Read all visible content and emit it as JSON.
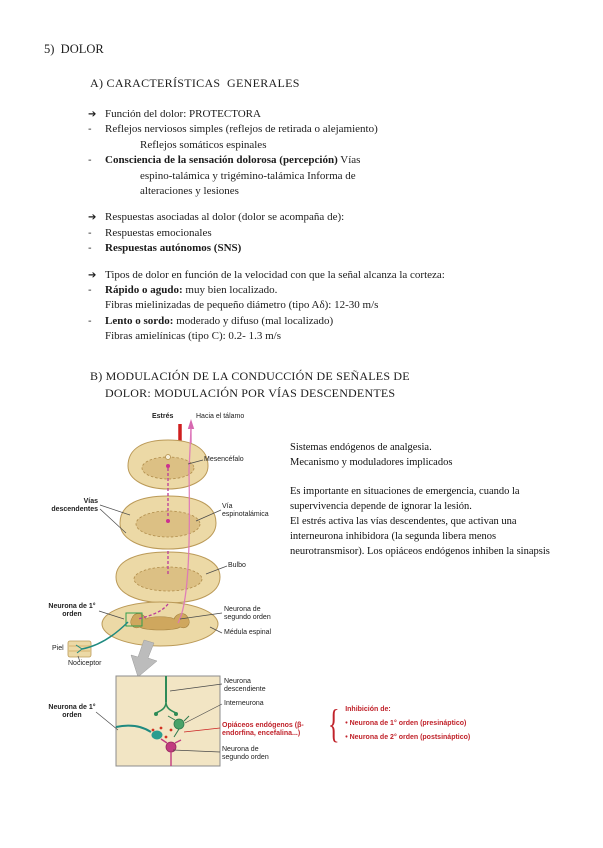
{
  "doc": {
    "title": "5)  DOLOR",
    "section_a": {
      "heading": "A) CARACTERÍSTICAS  GENERALES",
      "items": [
        {
          "bullet": "➔",
          "bold": "",
          "text": "Función del dolor: PROTECTORA"
        },
        {
          "bullet": "-",
          "bold": "",
          "text": "Reflejos nerviosos simples (reflejos de retirada o alejamiento)"
        },
        {
          "bullet": "",
          "bold": "",
          "text": "Reflejos somáticos espinales"
        },
        {
          "bullet": "-",
          "bold": "Consciencia de la sensación dolorosa (percepción)",
          "text": " Vías"
        },
        {
          "bullet": "",
          "bold": "",
          "text": "espino-talámica y trigémino-talámica Informa de"
        },
        {
          "bullet": "",
          "bold": "",
          "text": "alteraciones y lesiones"
        },
        {
          "bullet": "➔",
          "bold": "",
          "text": "Respuestas asociadas al dolor (dolor se acompaña de):"
        },
        {
          "bullet": "-",
          "bold": "",
          "text": "Respuestas emocionales"
        },
        {
          "bullet": "-",
          "bold": "Respuestas autónomos (SNS)",
          "text": ""
        },
        {
          "bullet": "➔",
          "bold": "",
          "text": "Tipos de dolor en función de la velocidad con que la señal alcanza la corteza:"
        },
        {
          "bullet": "-",
          "bold": "Rápido o agudo:",
          "text": " muy bien localizado."
        },
        {
          "bullet": "",
          "bold": "",
          "text": "Fibras mielinizadas de pequeño diámetro (tipo Aδ): 12-30 m/s"
        },
        {
          "bullet": "-",
          "bold": "Lento o sordo:",
          "text": " moderado y difuso (mal localizado)"
        },
        {
          "bullet": "",
          "bold": "",
          "text": "Fibras amielínicas (tipo C): 0.2- 1.3 m/s"
        }
      ]
    },
    "section_b": {
      "heading_l1": "B) MODULACIÓN DE LA CONDUCCIÓN DE SEÑALES DE",
      "heading_l2": "DOLOR: MODULACIÓN POR VÍAS DESCENDENTES"
    },
    "side": {
      "line1": "Sistemas endógenos de analgesia.",
      "line2": "Mecanismo y moduladores implicados",
      "para1": "Es importante en situaciones de emergencia, cuando la supervivencia depende de ignorar la lesión.",
      "para2": "El estrés activa las vías descendentes, que activan una interneurona inhibidora (la segunda libera menos neurotransmisor). Los opiáceos endógenos inhiben la sinapsis"
    },
    "figure": {
      "estres": "Estrés",
      "hacia_talamo": "Hacia el tálamo",
      "mesencefalo": "Mesencéfalo",
      "vias_descendentes": "Vías descendentes",
      "via_espinotalamica": "Vía espinotalámica",
      "bulbo": "Bulbo",
      "neurona_1_orden": "Neurona de 1° orden",
      "neurona_segundo_orden": "Neurona de segundo orden",
      "medula_espinal": "Médula espinal",
      "piel": "Piel",
      "nociceptor": "Nociceptor",
      "neurona_descendiente": "Neurona descendiente",
      "interneurona": "Interneurona",
      "opiaceos": "Opiáceos endógenos (β-endorfina, encefalina...)",
      "neurona_segundo_orden_inset": "Neurona de segundo orden",
      "neurona_1_orden_inset": "Neurona de 1° orden",
      "brace": "{",
      "inhibicion_titulo": "Inhibición de:",
      "inhibicion_1": "• Neurona de 1° orden (presináptico)",
      "inhibicion_2": "• Neurona de 2° orden (postsináptico)"
    }
  }
}
